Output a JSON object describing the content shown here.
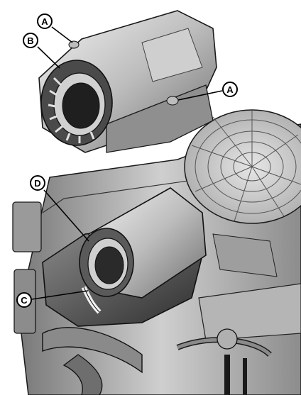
{
  "callouts": {
    "a_top": "A",
    "b": "B",
    "a_right": "A",
    "d": "D",
    "c": "C"
  },
  "colors": {
    "housing_light": "#d9d9d9",
    "housing_mid": "#9a9a9a",
    "housing_dark": "#3c3c3c",
    "outline": "#1a1a1a",
    "background": "#ffffff"
  }
}
